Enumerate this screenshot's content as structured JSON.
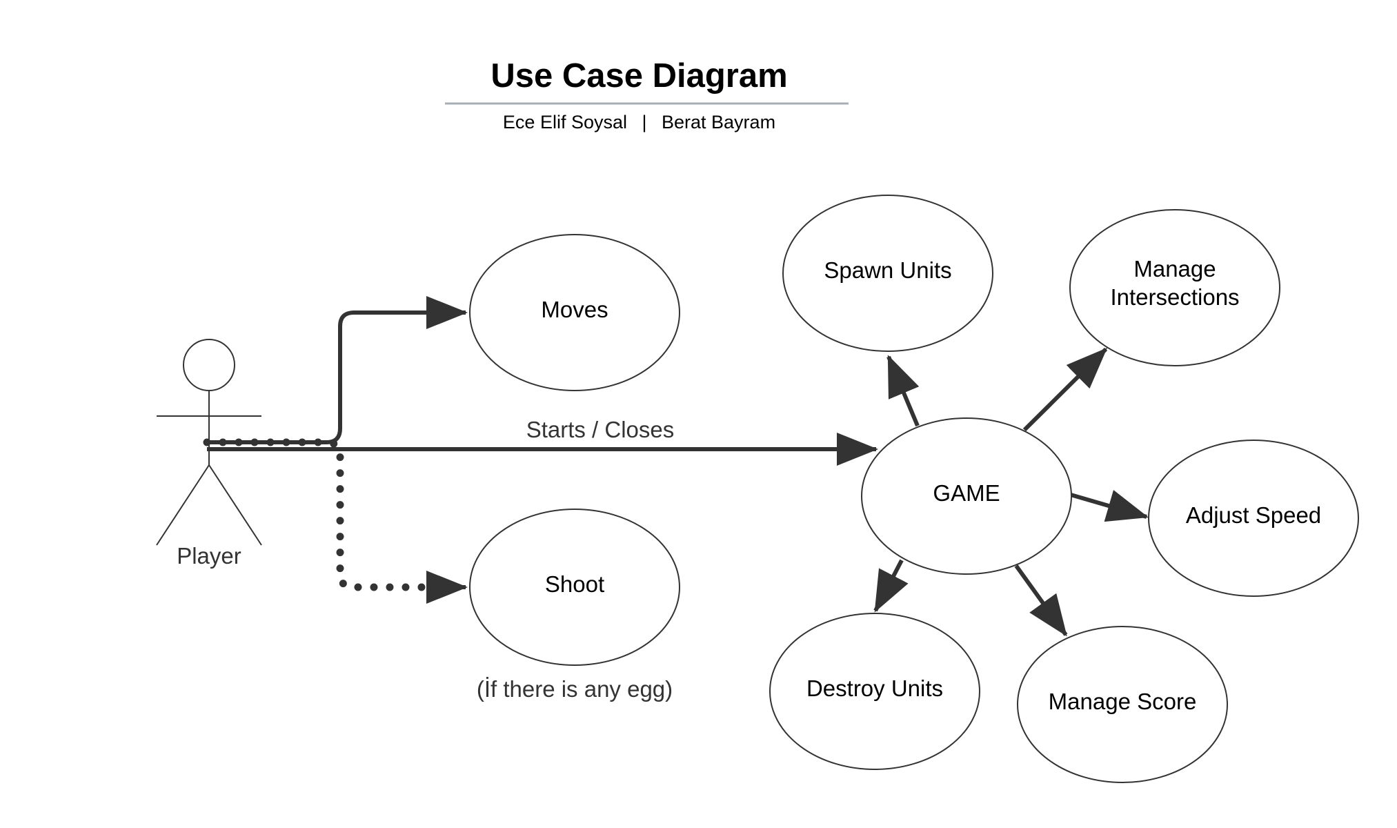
{
  "header": {
    "title": "Use Case Diagram",
    "authors": [
      "Ece Elif Soysal",
      "Berat Bayram"
    ],
    "separator": "|"
  },
  "actor": {
    "label": "Player"
  },
  "use_cases": {
    "moves": "Moves",
    "shoot": "Shoot",
    "game": "GAME",
    "spawn_units": "Spawn Units",
    "manage_intersections": [
      "Manage",
      "Intersections"
    ],
    "adjust_speed": "Adjust Speed",
    "manage_score": "Manage Score",
    "destroy_units": "Destroy Units"
  },
  "labels": {
    "starts_closes": "Starts / Closes",
    "shoot_condition": "(İf there is any egg)"
  },
  "colors": {
    "stroke": "#333333",
    "text": "#000000",
    "muted_text": "#333333",
    "title_rule": "#a7aeb4"
  }
}
